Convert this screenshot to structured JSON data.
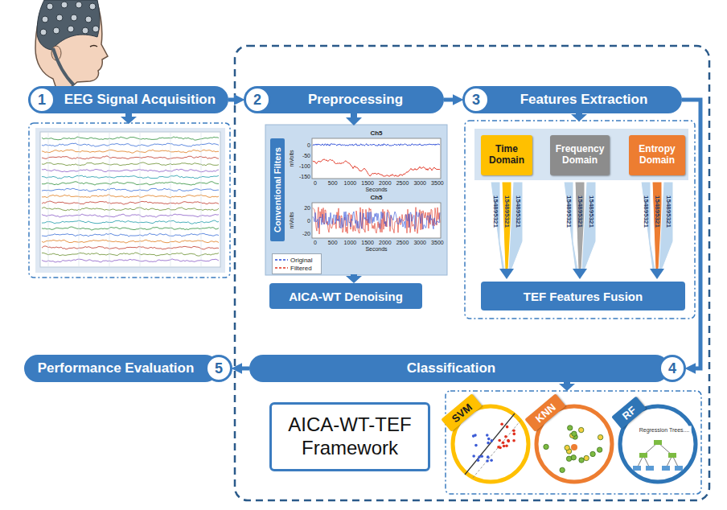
{
  "diagram": {
    "nodes": [
      {
        "text": [
          "1"
        ]
      },
      {
        "text": [
          "EEG Signal Acquisition"
        ]
      },
      {
        "text": [
          "2"
        ]
      },
      {
        "text": [
          "Preprocessing"
        ]
      },
      {
        "text": [
          "3"
        ]
      },
      {
        "text": [
          "Features Extraction"
        ]
      },
      {
        "text": [
          "Classification"
        ]
      },
      {
        "text": [
          "4"
        ]
      },
      {
        "text": [
          "5"
        ]
      },
      {
        "text": [
          "Performance Evaluation"
        ]
      },
      {
        "text": [
          "Conventional Filters"
        ]
      },
      {
        "text": [
          "AICA-WT Denoising"
        ]
      },
      {
        "text": [
          "Time Domain"
        ]
      },
      {
        "text": [
          "Frequency Domain"
        ]
      },
      {
        "text": [
          "Entropy Domain"
        ]
      },
      {
        "text": [
          "TEF Features Fusion"
        ]
      },
      {
        "text": [
          "AICA-WT-TEF Framework"
        ]
      },
      {
        "text": [
          "SVM"
        ]
      },
      {
        "text": [
          "KNN"
        ]
      },
      {
        "text": [
          "RF"
        ]
      }
    ],
    "edges": [
      {
        "from": 1,
        "to": 2,
        "arrow": "to"
      },
      {
        "from": 3,
        "to": 4,
        "arrow": "to"
      },
      {
        "from": 5,
        "to": 7,
        "arrow": "to"
      },
      {
        "from": 6,
        "to": 8,
        "arrow": "to"
      }
    ],
    "labels": [
      "Ch5",
      "mVolts",
      "0",
      "-50",
      "-100",
      "-150",
      "0",
      "500",
      "1000",
      "1500",
      "2000",
      "2500",
      "3000",
      "3500",
      "Seconds",
      "Ch5",
      "mVolts",
      "20",
      "0",
      "-20",
      "0",
      "500",
      "1000",
      "1500",
      "2000",
      "2500",
      "3000",
      "3500",
      "Seconds",
      "154895321",
      "154895321",
      "154895321",
      "154895321",
      "154895321",
      "154895321",
      "154895321",
      "154895321",
      "154895321",
      "Regression Trees...."
    ],
    "legend": [
      {
        "text": "Original"
      },
      {
        "text": "Filtered"
      }
    ]
  }
}
